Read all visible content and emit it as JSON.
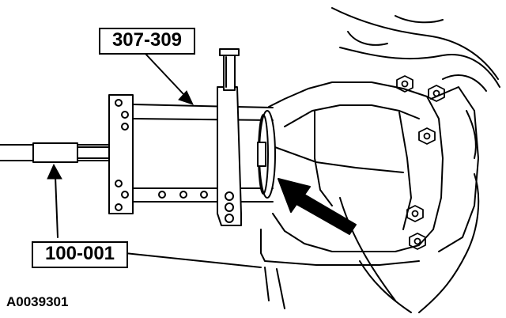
{
  "callouts": {
    "tool_top": "307-309",
    "tool_bottom": "100-001"
  },
  "figure_id": "A0039301",
  "colors": {
    "ink": "#000000",
    "paper": "#ffffff",
    "shading": "#d9d9d9"
  }
}
